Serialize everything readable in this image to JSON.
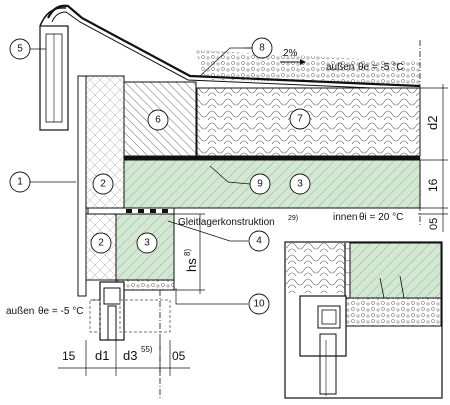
{
  "callouts": [
    "1",
    "2",
    "3",
    "4",
    "5",
    "6",
    "7",
    "8",
    "9",
    "10"
  ],
  "labels": {
    "slope": "2%",
    "outside_top": "außen",
    "theta_e_top": "θe =  -5 °C",
    "inside": "innen",
    "theta_i": "θi =  20 °C",
    "outside_bottom": "außen",
    "theta_e_bottom": "θe =  -5 °C",
    "sliding_bearing": "Gleitlagerkonstruktion",
    "sliding_bearing_note": "29)"
  },
  "dimensions_vertical": {
    "d2": "d2",
    "slab": "16",
    "bottom": "05",
    "hs": "hs",
    "hs_note": "8)"
  },
  "dimensions_horizontal": {
    "left": "15",
    "d1": "d1",
    "d3": "d3",
    "d3_note": "55)",
    "right": "05"
  },
  "colors": {
    "concrete": "#d3e8d2",
    "line": "#111111",
    "background": "#ffffff"
  }
}
